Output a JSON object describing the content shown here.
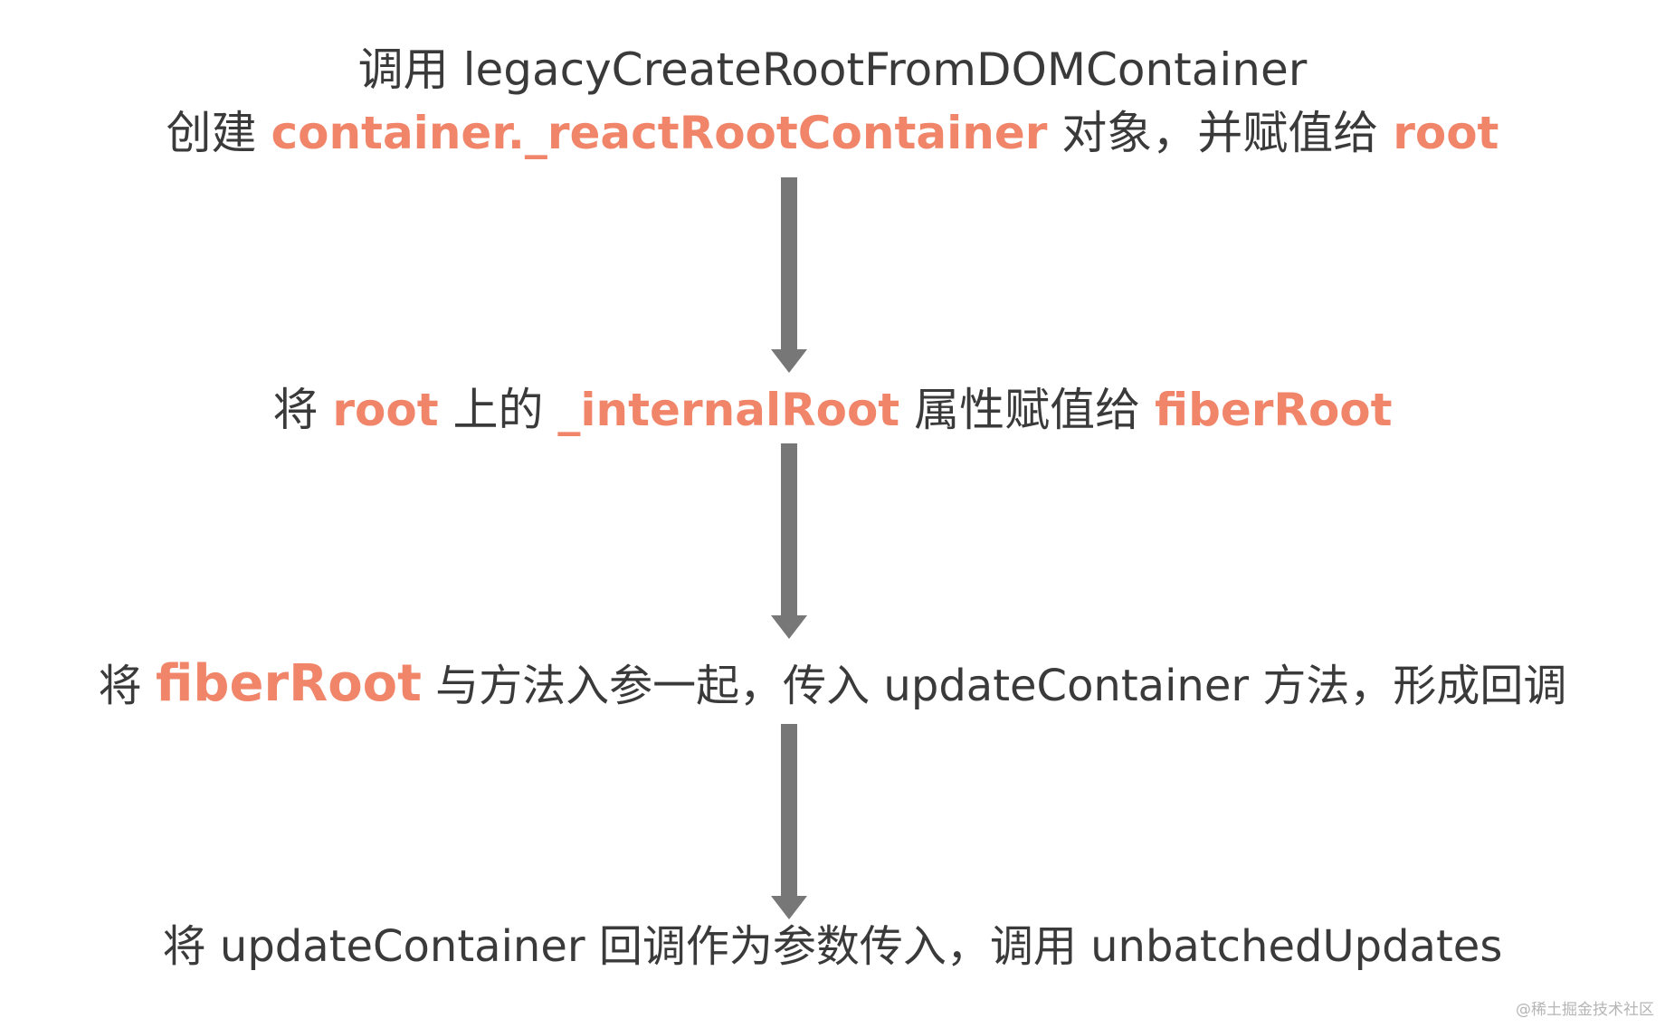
{
  "step1": {
    "line1": "调用 legacyCreateRootFromDOMContainer",
    "line2": [
      {
        "text": "创建 ",
        "hl": false
      },
      {
        "text": "container._reactRootContainer",
        "hl": true
      },
      {
        "text": " 对象，并赋值给 ",
        "hl": false
      },
      {
        "text": "root",
        "hl": true
      }
    ]
  },
  "step2": [
    {
      "text": "将 ",
      "hl": false
    },
    {
      "text": "root",
      "hl": true
    },
    {
      "text": " 上的 ",
      "hl": false
    },
    {
      "text": "_internalRoot",
      "hl": true
    },
    {
      "text": " 属性赋值给 ",
      "hl": false
    },
    {
      "text": "fiberRoot",
      "hl": true
    }
  ],
  "step3": [
    {
      "text": "将 ",
      "hl": false
    },
    {
      "text": "fiberRoot",
      "hl": true
    },
    {
      "text": " 与方法入参一起，传入 updateContainer 方法，形成回调",
      "hl": false
    }
  ],
  "step4": "将 updateContainer 回调作为参数传入，调用 unbatchedUpdates",
  "watermark": "@稀土掘金技术社区",
  "colors": {
    "text": "#3a3a3a",
    "highlight": "#f0856a",
    "arrow": "#777777"
  }
}
